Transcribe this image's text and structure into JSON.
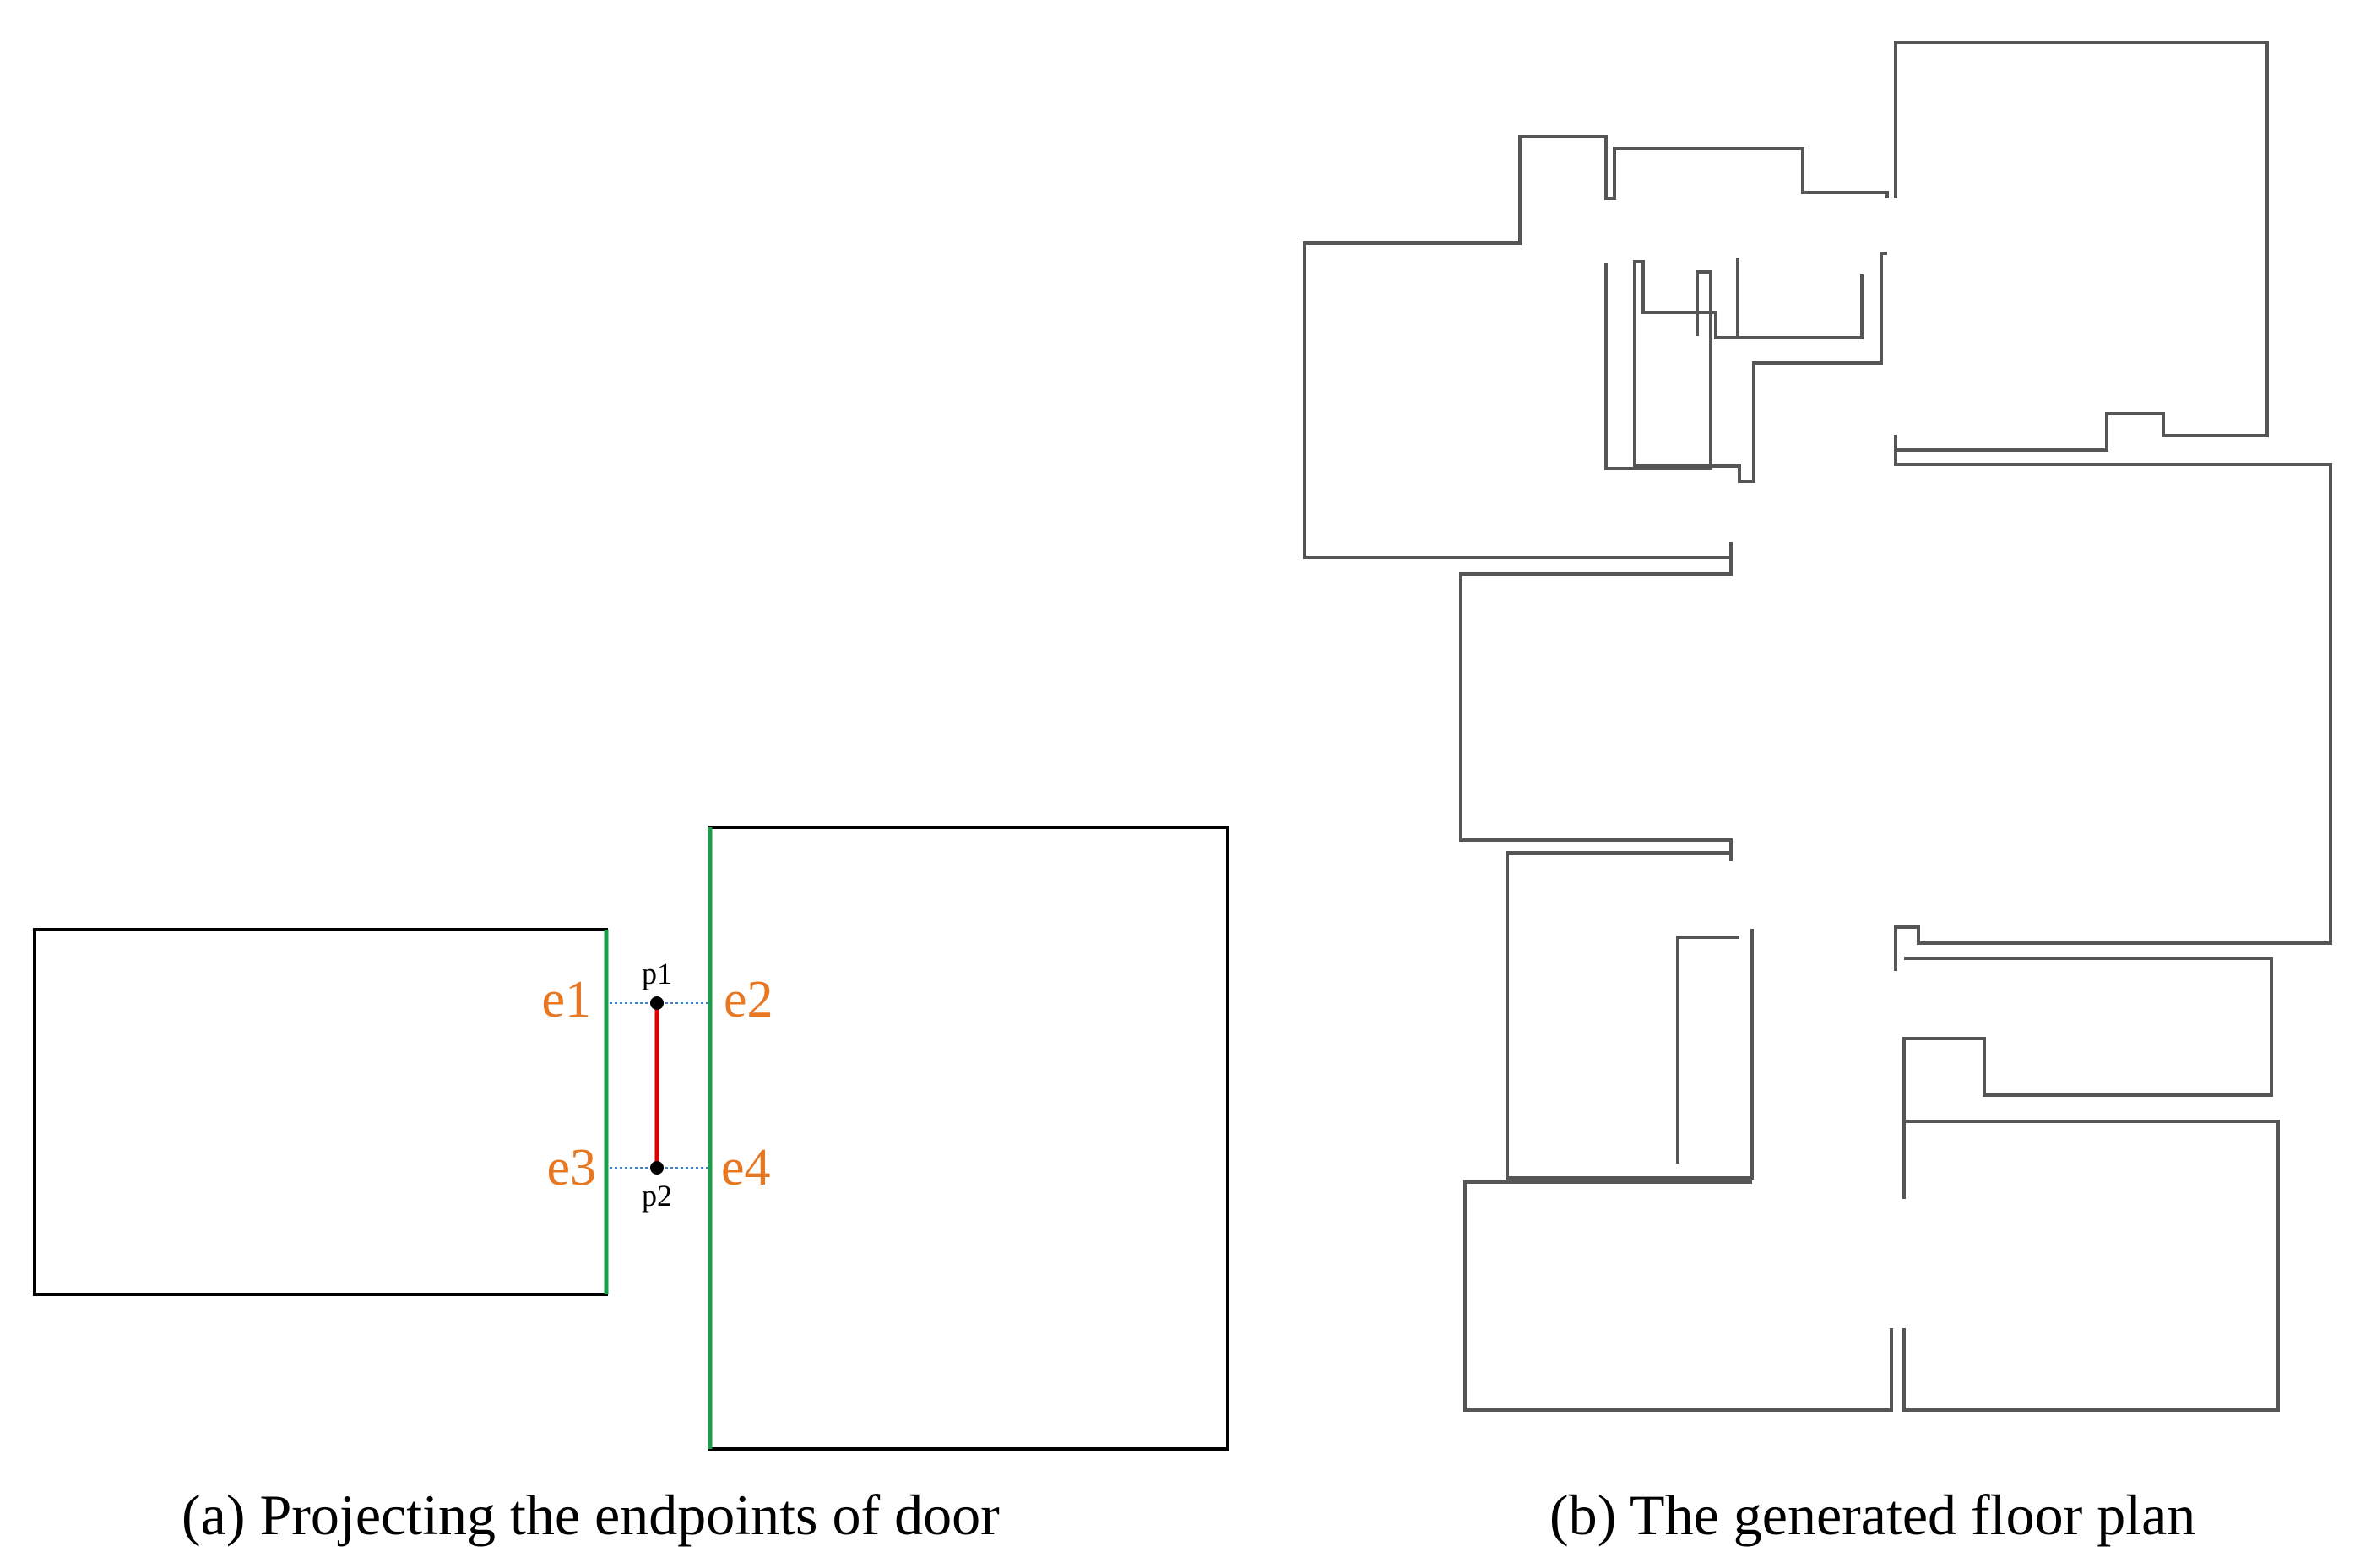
{
  "panel_a": {
    "caption": "(a) Projecting the endpoints of door",
    "edge_labels": [
      "e1",
      "e2",
      "e3",
      "e4"
    ],
    "point_labels": [
      "p1",
      "p2"
    ],
    "colors": {
      "rect_stroke": "#000000",
      "adjacent_wall": "#1a9e4a",
      "door_segment": "#e00000",
      "projection_line": "#3a7fd0",
      "edge_label": "#e87722"
    }
  },
  "panel_b": {
    "caption": "(b) The generated floor plan",
    "colors": {
      "wall_stroke": "#555555"
    }
  }
}
